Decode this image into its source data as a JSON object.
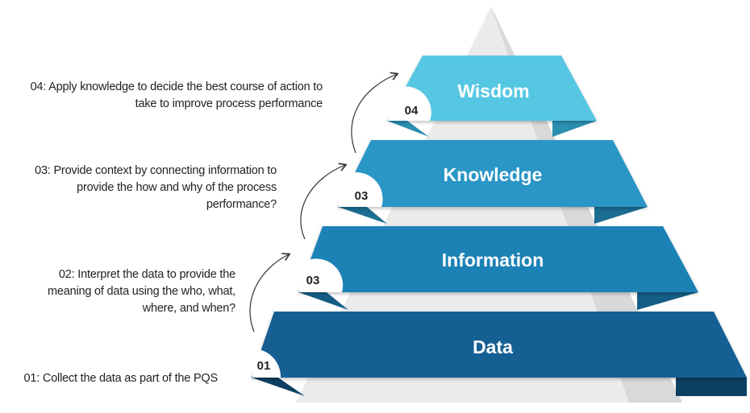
{
  "levels": [
    {
      "label": "Wisdom",
      "badge": "04",
      "color": "#56c7e3",
      "fold": "#2b8fb0",
      "description": [
        "04: Apply knowledge to decide the best course of action to",
        "take to improve process performance"
      ]
    },
    {
      "label": "Knowledge",
      "badge": "03",
      "color": "#2b96c6",
      "fold": "#1b6d92",
      "description": [
        "03: Provide context by  connecting information to",
        "provide the how and why of the process",
        "performance?"
      ]
    },
    {
      "label": "Information",
      "badge": "03",
      "color": "#1c82b5",
      "fold": "#155d84",
      "description": [
        "02: Interpret the data to provide the",
        "meaning of data using the who, what,",
        "where, and when?"
      ]
    },
    {
      "label": "Data",
      "badge": "01",
      "color": "#135f93",
      "fold": "#0d3f63",
      "description": [
        "01: Collect the data as  part of the PQS"
      ]
    }
  ],
  "colors": {
    "pyramid_face": "#ebebeb",
    "pyramid_shade": "#d2d2d2",
    "text": "#222222",
    "arrow": "#333333",
    "badge_bg": "#ffffff"
  }
}
